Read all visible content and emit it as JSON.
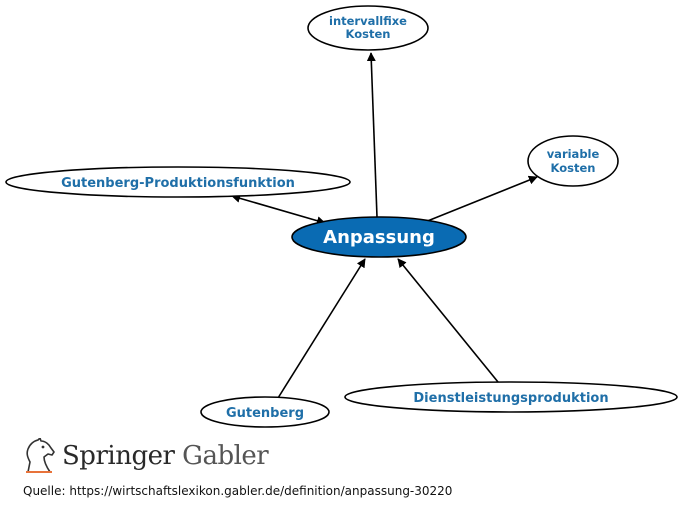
{
  "nodes": {
    "center": {
      "label": "Anpassung"
    },
    "intervallfixe": {
      "line1": "intervallfixe",
      "line2": "Kosten"
    },
    "variable": {
      "line1": "variable",
      "line2": "Kosten"
    },
    "gutenberg_pf": {
      "label": "Gutenberg-Produktionsfunktion"
    },
    "gutenberg": {
      "label": "Gutenberg"
    },
    "dienstleistung": {
      "label": "Dienstleistungsproduktion"
    }
  },
  "logo": {
    "brand1": "Springer",
    "brand2": "Gabler",
    "icon": "horse-head-icon"
  },
  "source": {
    "text": "Quelle: https://wirtschaftslexikon.gabler.de/definition/anpassung-30220"
  },
  "colors": {
    "center_fill": "#0a6bb3",
    "label_blue": "#1f6fa8",
    "edge": "#000000"
  }
}
